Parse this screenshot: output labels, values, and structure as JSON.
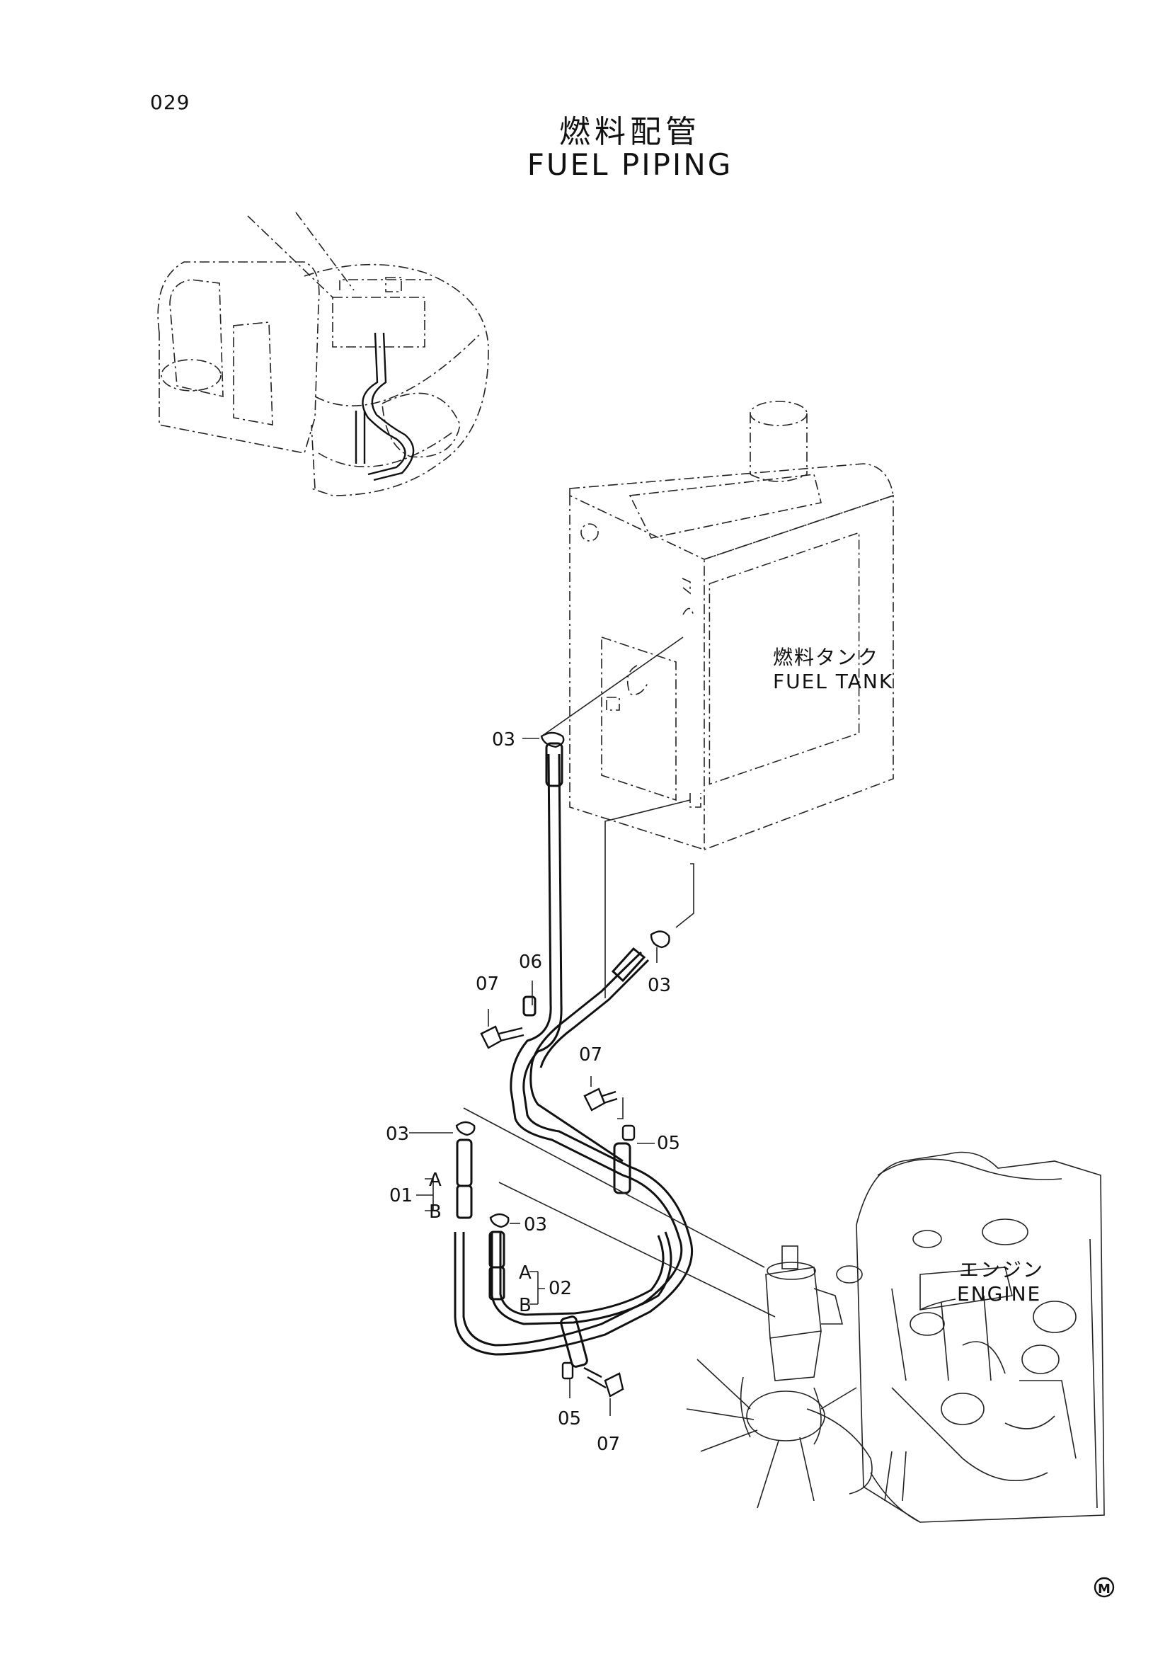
{
  "page_number": "029",
  "title_jp": "燃料配管",
  "title_en": "FUEL PIPING",
  "components": {
    "fuel_tank_jp": "燃料タンク",
    "fuel_tank_en": "FUEL TANK",
    "engine_jp": "エンジン",
    "engine_en": "ENGINE"
  },
  "callouts": {
    "c03_tank_top": "03",
    "c03_tank_bottom": "03",
    "c06": "06",
    "c07_upper": "07",
    "c07_mid": "07",
    "c03_left": "03",
    "c05_right": "05",
    "c01": "01",
    "c01_a": "A",
    "c01_b": "B",
    "c03_center": "03",
    "c02": "02",
    "c02_a": "A",
    "c02_b": "B",
    "c05_bottom": "05",
    "c07_bottom": "07"
  },
  "mark": "M"
}
